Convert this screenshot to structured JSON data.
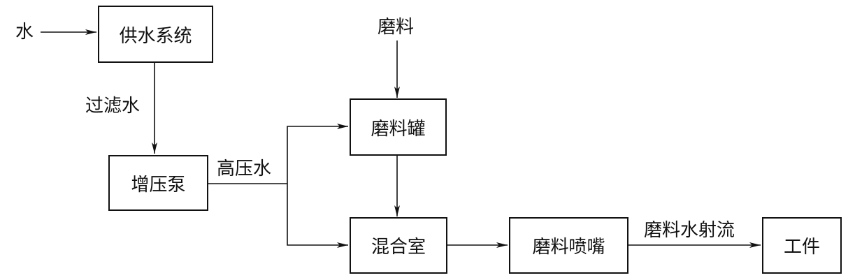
{
  "inputs": {
    "water": "水",
    "abrasive": "磨料"
  },
  "boxes": {
    "water_supply": "供水系统",
    "booster_pump": "增压泵",
    "abrasive_tank": "磨料罐",
    "mixing_chamber": "混合室",
    "abrasive_nozzle": "磨料喷嘴",
    "workpiece": "工件"
  },
  "edges": {
    "filtered_water": "过滤水",
    "high_pressure_water": "高压水",
    "abrasive_water_jet": "磨料水射流"
  }
}
